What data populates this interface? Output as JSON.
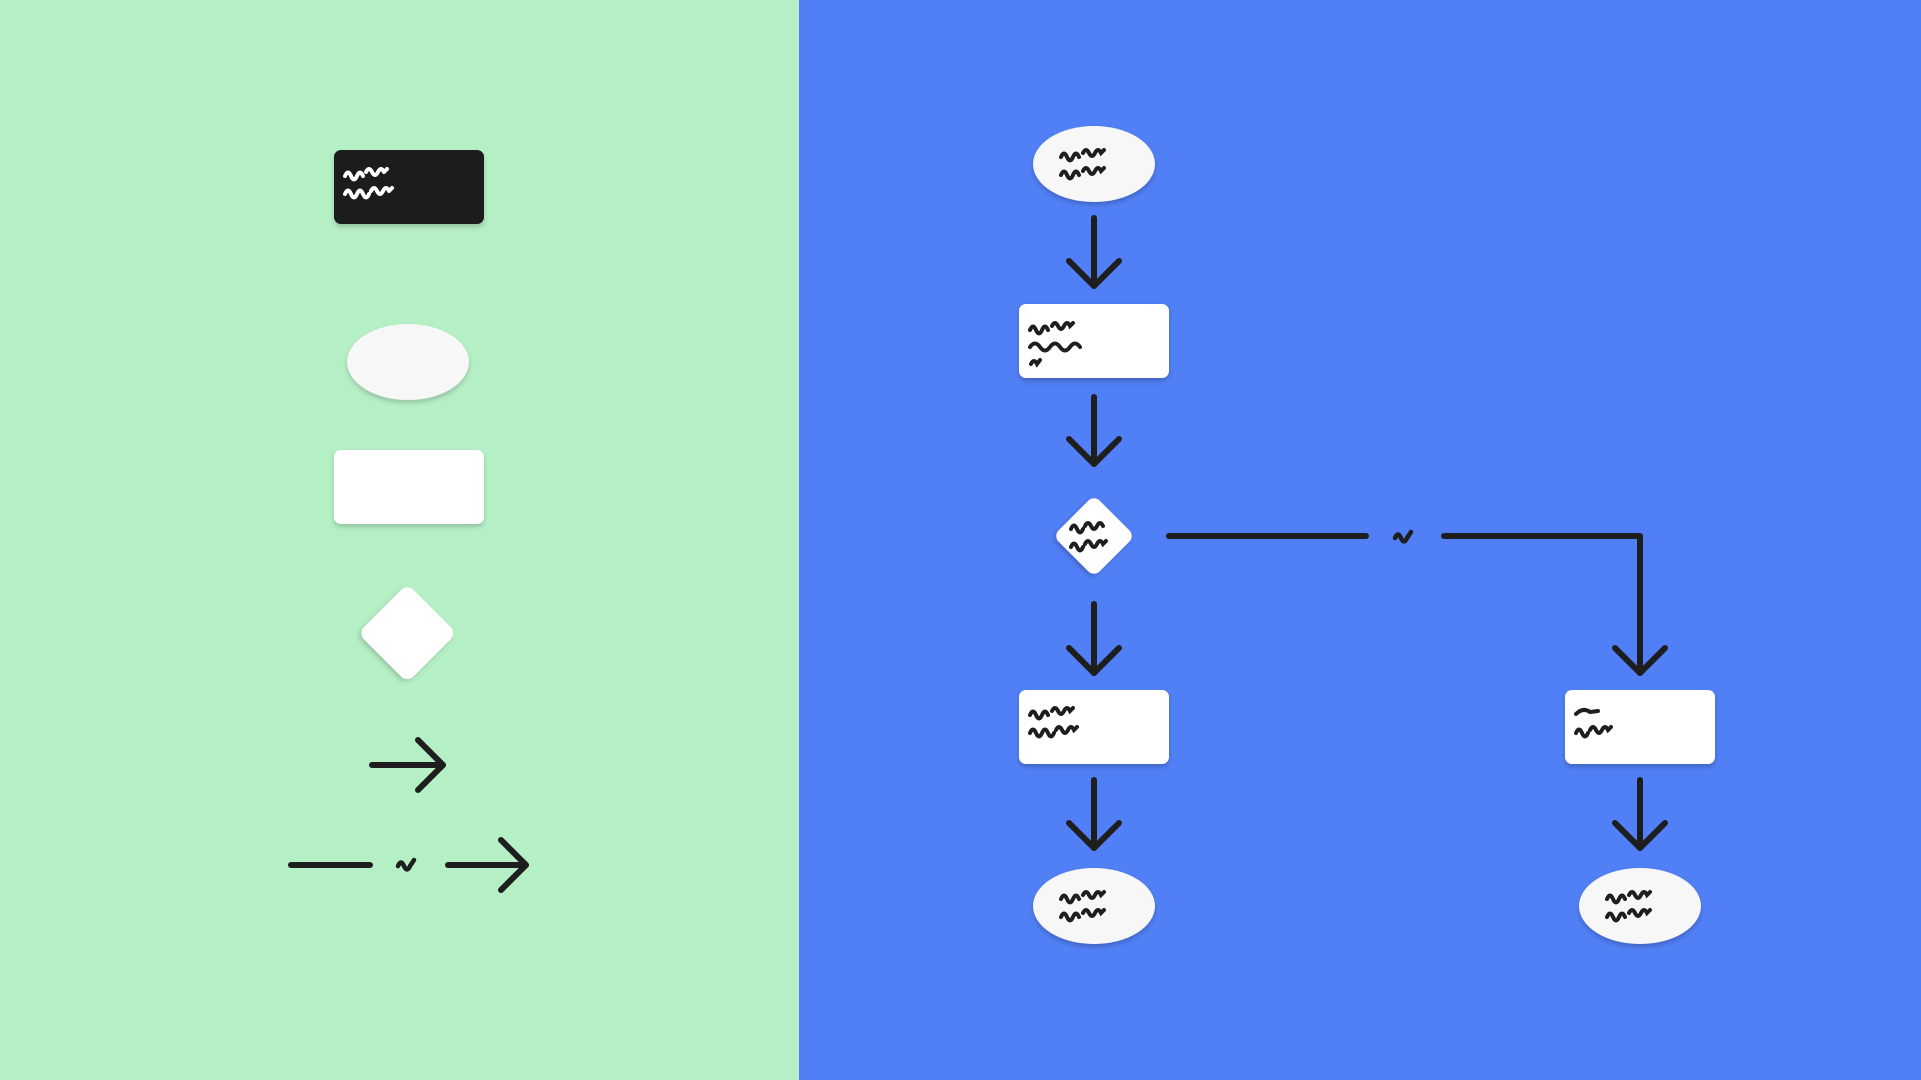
{
  "colors": {
    "legend_background": "#b5efc6",
    "flowchart_background": "#517ff5",
    "shape_fill": "#ffffff",
    "terminator_fill": "#f7f7f7",
    "dark_fill": "#1e1e1e",
    "ink": "#1e1e1e"
  },
  "legend": {
    "items": [
      {
        "shape": "label-card",
        "fill": "dark"
      },
      {
        "shape": "terminator-oval"
      },
      {
        "shape": "process-rectangle"
      },
      {
        "shape": "decision-diamond"
      },
      {
        "shape": "connector-arrow"
      },
      {
        "shape": "labeled-connector-arrow"
      }
    ]
  },
  "flowchart": {
    "nodes": [
      {
        "id": "start",
        "shape": "terminator-oval"
      },
      {
        "id": "step-1",
        "shape": "process-rectangle"
      },
      {
        "id": "decision",
        "shape": "decision-diamond"
      },
      {
        "id": "step-2",
        "shape": "process-rectangle"
      },
      {
        "id": "alt-step",
        "shape": "process-rectangle"
      },
      {
        "id": "end-1",
        "shape": "terminator-oval"
      },
      {
        "id": "end-2",
        "shape": "terminator-oval"
      }
    ],
    "edges": [
      {
        "from": "start",
        "to": "step-1"
      },
      {
        "from": "step-1",
        "to": "decision"
      },
      {
        "from": "decision",
        "to": "step-2"
      },
      {
        "from": "decision",
        "to": "alt-step",
        "labeled": true
      },
      {
        "from": "step-2",
        "to": "end-1"
      },
      {
        "from": "alt-step",
        "to": "end-2"
      }
    ]
  }
}
